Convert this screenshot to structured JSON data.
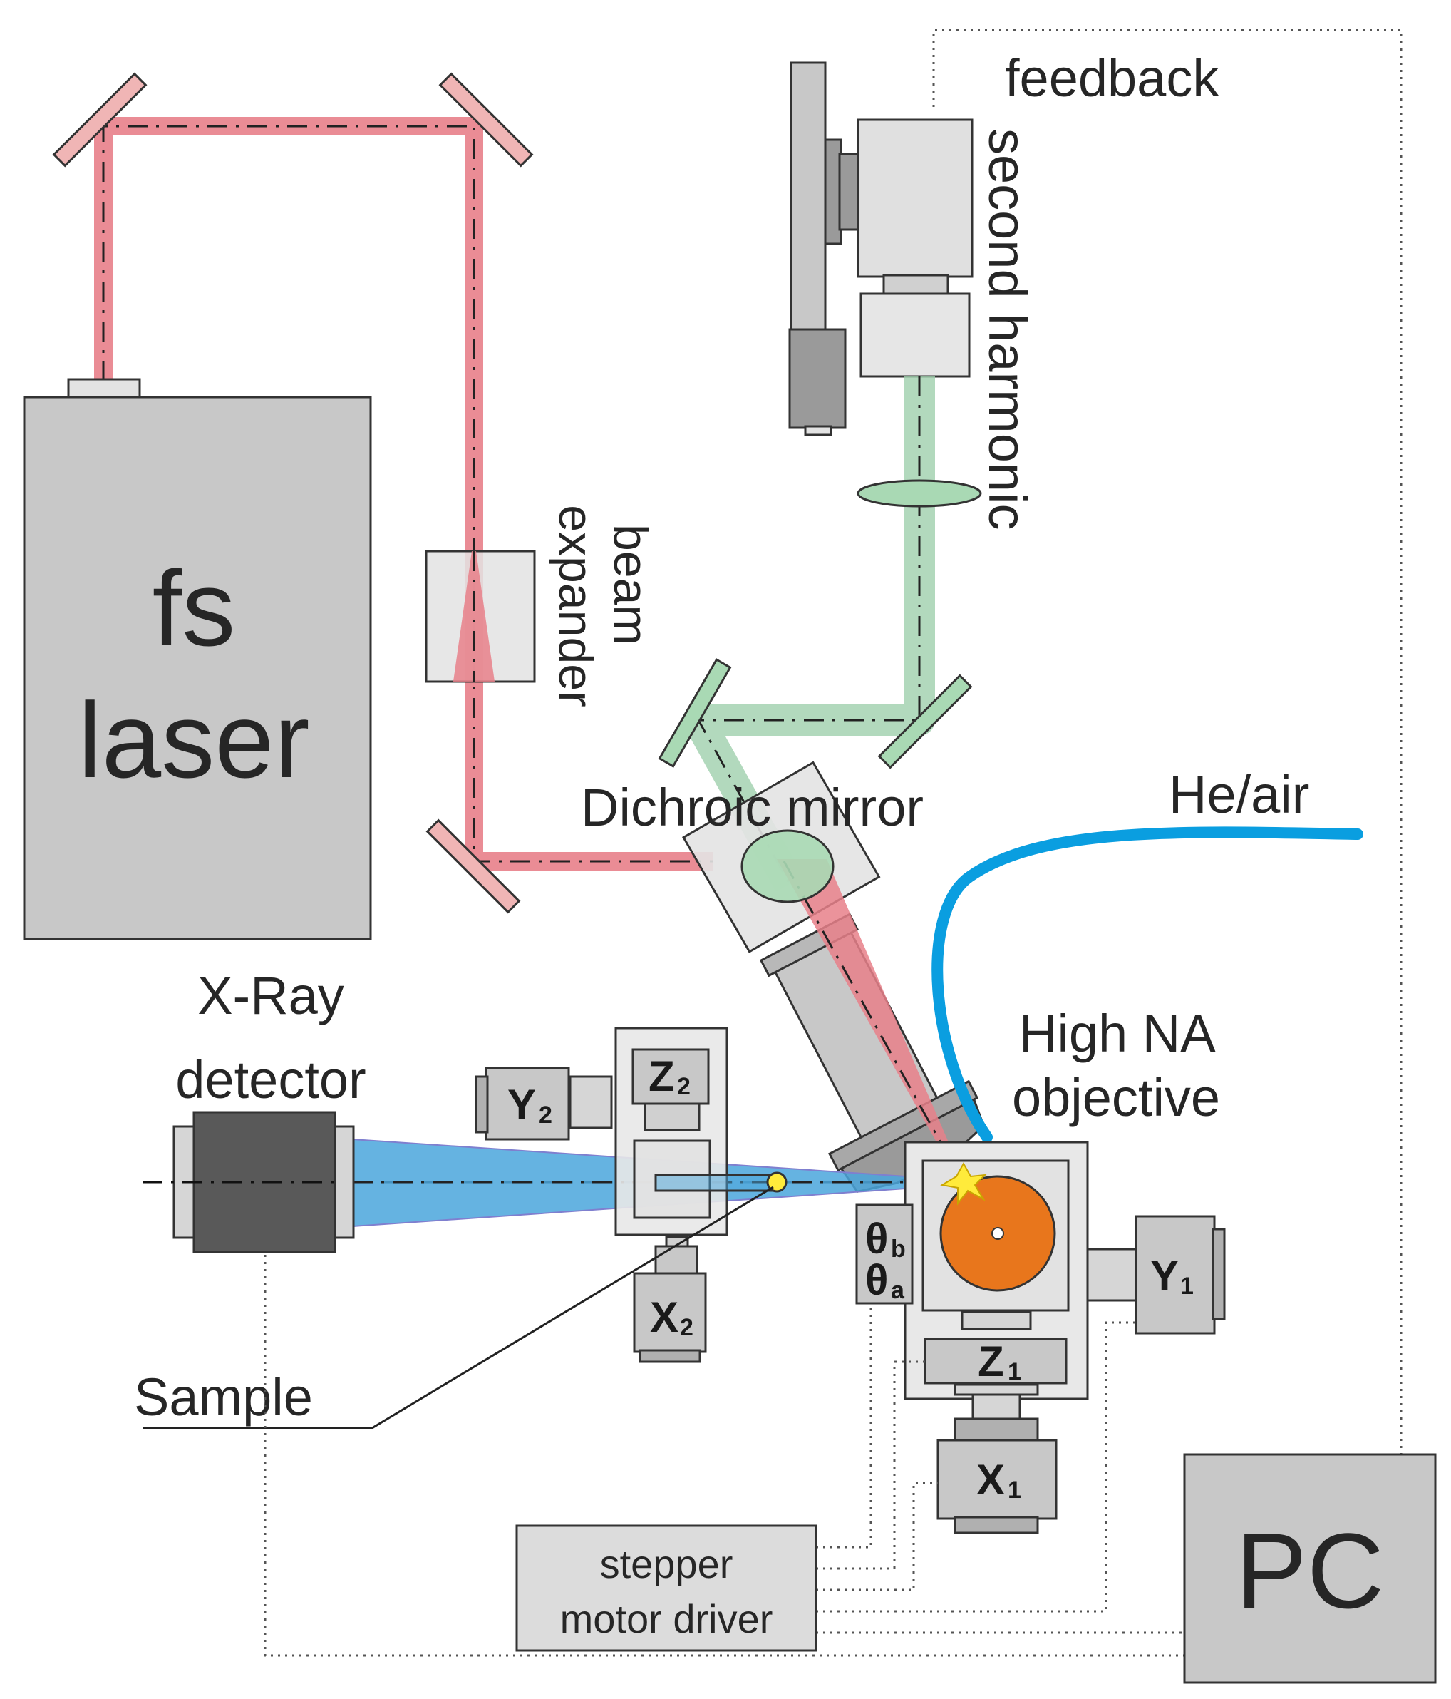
{
  "labels": {
    "laser_line1": "fs",
    "laser_line2": "laser",
    "feedback": "feedback",
    "second_harmonic": "second harmonic",
    "beam_expander_line1": "beam",
    "beam_expander_line2": "expander",
    "dichroic_mirror": "Dichroic mirror",
    "gas": "He/air",
    "objective_line1": "High NA",
    "objective_line2": "objective",
    "detector_line1": "X-Ray",
    "detector_line2": "detector",
    "sample": "Sample",
    "driver_line1": "stepper",
    "driver_line2": "motor driver",
    "pc": "PC"
  },
  "stages": {
    "y2": {
      "letter": "Y",
      "sub": "2"
    },
    "z2": {
      "letter": "Z",
      "sub": "2"
    },
    "x2": {
      "letter": "X",
      "sub": "2"
    },
    "theta_b": {
      "letter": "θ",
      "sub": "b"
    },
    "theta_a": {
      "letter": "θ",
      "sub": "a"
    },
    "y1": {
      "letter": "Y",
      "sub": "1"
    },
    "z1": {
      "letter": "Z",
      "sub": "1"
    },
    "x1": {
      "letter": "X",
      "sub": "1"
    }
  },
  "colors": {
    "laser_beam": "#e8808a",
    "green_beam": "#9fd0ad",
    "xray_beam": "#4aa6dc",
    "gas_tube": "#0a9ee0",
    "target": "#e8761c",
    "spark": "#ffeb3b",
    "device_gray": "#c6c6c6",
    "detector_dark": "#595959"
  }
}
